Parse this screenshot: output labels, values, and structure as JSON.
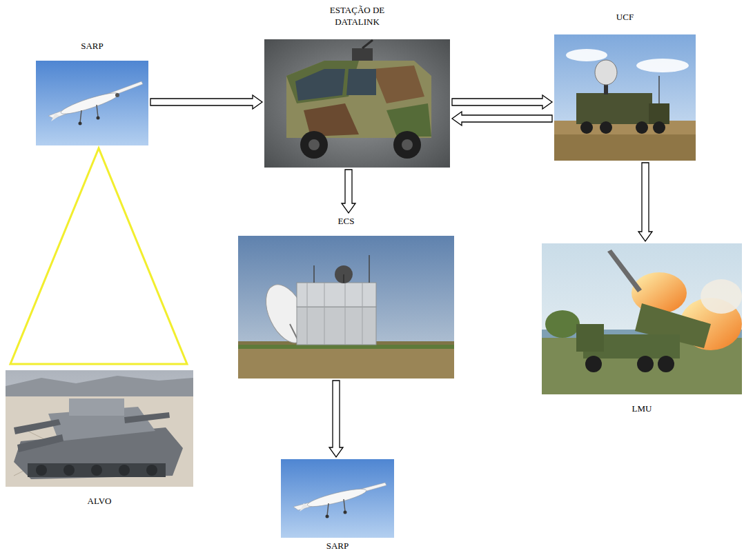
{
  "diagram": {
    "nodes": [
      {
        "text": [
          "SARP"
        ]
      },
      {
        "text": [
          "ESTAÇÃO DE DATALINK"
        ]
      },
      {
        "text": [
          "UCF"
        ]
      },
      {
        "text": [
          "ECS"
        ]
      },
      {
        "text": [
          "LMU"
        ]
      },
      {
        "text": [
          "ALVO"
        ]
      },
      {
        "text": [
          "SARP"
        ]
      }
    ],
    "edges": [
      {
        "from": 0,
        "to": 1,
        "arrow": "to"
      },
      {
        "from": 1,
        "to": 2,
        "arrow": "to"
      },
      {
        "from": 2,
        "to": 1,
        "arrow": "to"
      },
      {
        "from": 1,
        "to": 3,
        "arrow": "to"
      },
      {
        "from": 2,
        "to": 4,
        "arrow": "to"
      },
      {
        "from": 3,
        "to": 6,
        "arrow": "to"
      }
    ]
  }
}
